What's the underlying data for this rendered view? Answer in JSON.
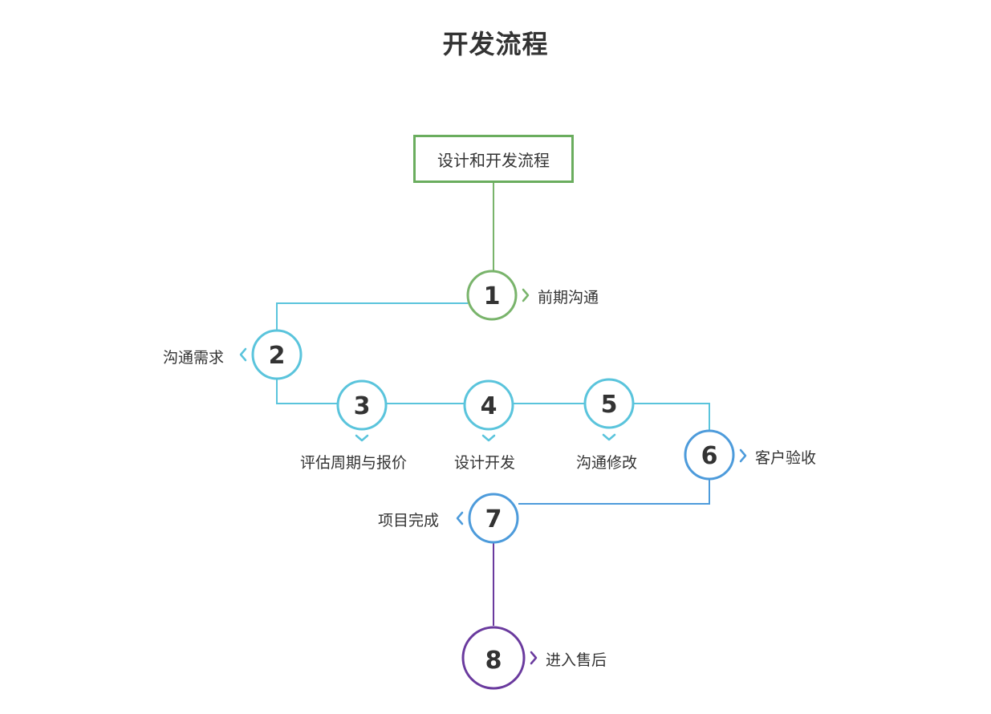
{
  "title": "开发流程",
  "start_box": {
    "label": "设计和开发流程",
    "color": "#6aad5e"
  },
  "steps": [
    {
      "number": "1",
      "label": "前期沟通",
      "color": "#79b46b"
    },
    {
      "number": "2",
      "label": "沟通需求",
      "color": "#5ac4dc"
    },
    {
      "number": "3",
      "label": "评估周期与报价",
      "color": "#5ac4dc"
    },
    {
      "number": "4",
      "label": "设计开发",
      "color": "#5ac4dc"
    },
    {
      "number": "5",
      "label": "沟通修改",
      "color": "#5ac4dc"
    },
    {
      "number": "6",
      "label": "客户验收",
      "color": "#4d9bdb"
    },
    {
      "number": "7",
      "label": "项目完成",
      "color": "#4d9bdb"
    },
    {
      "number": "8",
      "label": "进入售后",
      "color": "#6a3a9e"
    }
  ]
}
